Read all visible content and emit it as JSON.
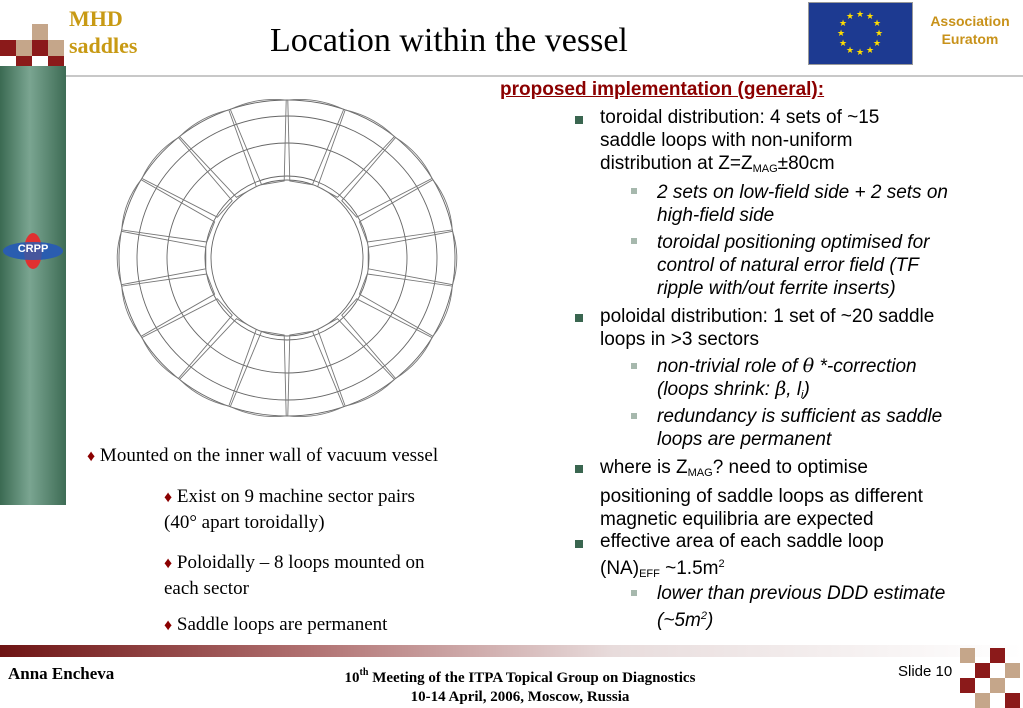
{
  "header": {
    "corner_title_line1": "MHD",
    "corner_title_line2": "saddles",
    "title": "Location within the vessel",
    "assoc_line1": "Association",
    "assoc_line2": "Euratom",
    "crpp_logo": "CRPP"
  },
  "colors": {
    "accent_green": "#3a6650",
    "heading_red": "#8b0000",
    "gold": "#c89a14"
  },
  "right": {
    "heading": "proposed implementation (general):",
    "b1": {
      "pre": "toroidal distribution: 4 sets of ~15",
      "l2": "saddle loops with non-uniform",
      "l3a": "distribution at Z=Z",
      "l3sub": "MAG",
      "l3b": "±80cm"
    },
    "b1s1": {
      "l1": "2 sets on low-field side + 2 sets on",
      "l2": "high-field side"
    },
    "b1s2": {
      "l1": "toroidal positioning optimised for",
      "l2": "control of natural error field (TF",
      "l3": "ripple with/out ferrite inserts)"
    },
    "b2": {
      "l1": "poloidal distribution: 1 set of ~20 saddle",
      "l2": "loops in >3 sectors"
    },
    "b2s1": {
      "l1a": "non-trivial role of ",
      "theta": "θ",
      "l1b": " *-correction",
      "l2a": "(loops shrink: ",
      "beta": "β",
      "l2b": ", l",
      "l2sub": "i",
      "l2c": ")"
    },
    "b2s2": {
      "l1": "redundancy is sufficient as saddle",
      "l2": "loops are permanent"
    },
    "b3": {
      "l1a": "where is Z",
      "l1sub": "MAG",
      "l1b": "? need to optimise",
      "l2": "positioning of saddle loops as different",
      "l3": "magnetic equilibria are expected"
    },
    "b4": {
      "l1": "effective area of each saddle loop",
      "l2a": "(NA)",
      "l2sub": "EFF",
      "l2b": " ~1.5m",
      "l2sup": "2"
    },
    "b4s1": {
      "l1": "lower than previous DDD estimate",
      "l2a": "(~5m",
      "l2sup": "2",
      "l2b": ")"
    }
  },
  "left": {
    "p1": "Mounted on the inner wall of vacuum vessel",
    "p2_l1": "Exist on 9 machine sector pairs",
    "p2_l2": "(40° apart toroidally)",
    "p3_l1": "Poloidally – 8 loops mounted on",
    "p3_l2": "each sector",
    "p4": "Saddle loops are permanent"
  },
  "footer": {
    "name": "Anna Encheva",
    "meeting_pre": "10",
    "meeting_sup": "th",
    "meeting_rest": " Meeting of the ITPA Topical Group on Diagnostics",
    "dates": "10-14 April, 2006, Moscow, Russia",
    "slide": "Slide 10"
  }
}
